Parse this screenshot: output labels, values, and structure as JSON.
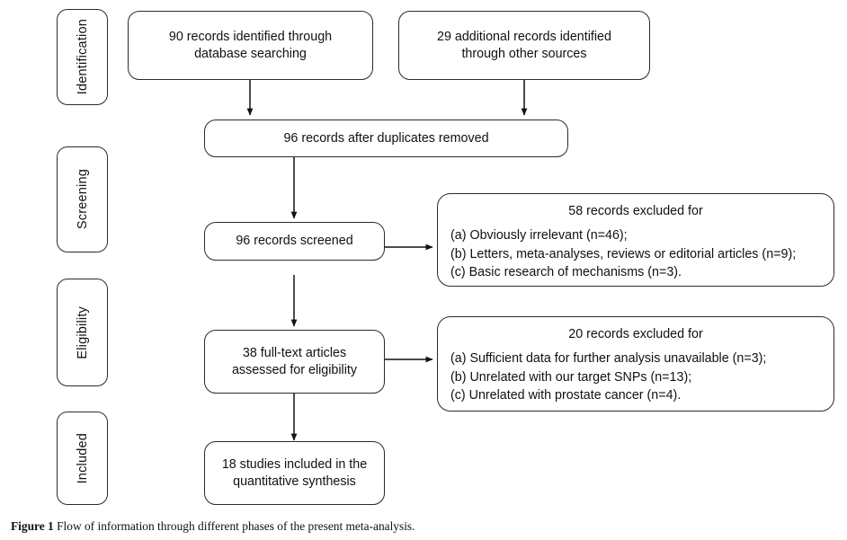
{
  "figure": {
    "caption_label": "Figure 1",
    "caption_text": "Flow of information through different phases of the present meta-analysis."
  },
  "phases": [
    {
      "id": "identification",
      "label": "Identification"
    },
    {
      "id": "screening",
      "label": "Screening"
    },
    {
      "id": "eligibility",
      "label": "Eligibility"
    },
    {
      "id": "included",
      "label": "Included"
    }
  ],
  "nodes": {
    "database_records": "90 records identified through\ndatabase searching",
    "other_records": "29 additional records identified\nthrough other sources",
    "duplicates_removed": "96 records after duplicates removed",
    "records_screened": "96 records screened",
    "full_text_assessed": "38 full-text articles\nassessed for eligibility",
    "studies_included": "18 studies included in the\nquantitative synthesis"
  },
  "exclusions": {
    "screening": {
      "title": "58 records excluded for",
      "reasons": [
        "(a) Obviously irrelevant (n=46);",
        "(b) Letters, meta-analyses, reviews or editorial articles (n=9);",
        "(c) Basic research of mechanisms (n=3)."
      ]
    },
    "eligibility": {
      "title": "20 records excluded for",
      "reasons": [
        "(a) Sufficient data for further analysis unavailable (n=3);",
        "(b) Unrelated with our target SNPs (n=13);",
        "(c) Unrelated with prostate cancer (n=4)."
      ]
    }
  },
  "colors": {
    "stroke": "#2b2b2b",
    "text": "#111111",
    "background": "#ffffff"
  }
}
